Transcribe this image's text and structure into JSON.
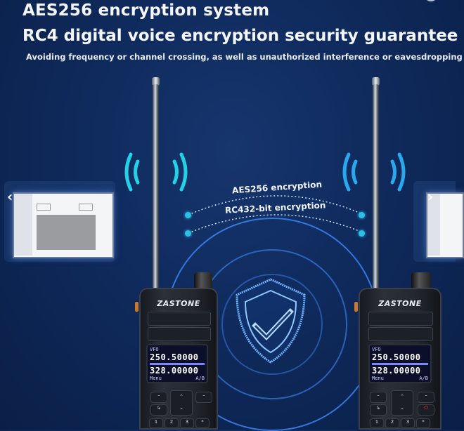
{
  "header": {
    "title": "AES256 encryption system",
    "subtitle": "RC4 digital  voice encryption security guarantee",
    "description": "Avoiding frequency or channel crossing, as well as unauthorized interference or eavesdropping"
  },
  "encryption_labels": {
    "upper": "AES256 encryption",
    "lower": "RC432-bit encryption"
  },
  "radios": [
    {
      "brand": "ZASTONE",
      "lcd": {
        "top_freq": "250.50000",
        "bottom_freq": "328.00000",
        "vfo_label": "VFO",
        "menu_label": "Menu",
        "ab_label": "A/B"
      },
      "keys": [
        "1",
        "2",
        "3",
        "*"
      ]
    },
    {
      "brand": "ZASTONE",
      "lcd": {
        "top_freq": "250.50000",
        "bottom_freq": "328.00000",
        "vfo_label": "VFO",
        "menu_label": "Menu",
        "ab_label": "A/B"
      },
      "keys": [
        "1",
        "2",
        "3",
        "*"
      ]
    }
  ],
  "navigation": {
    "prev_icon": "chevron-left-icon",
    "next_icon": "chevron-right-icon"
  },
  "colors": {
    "background": "#0f2a5c",
    "wave_left": "#22d3e6",
    "wave_right": "#29a8ee",
    "ring": "#3d8bff",
    "dot": "#2bbfe6"
  }
}
